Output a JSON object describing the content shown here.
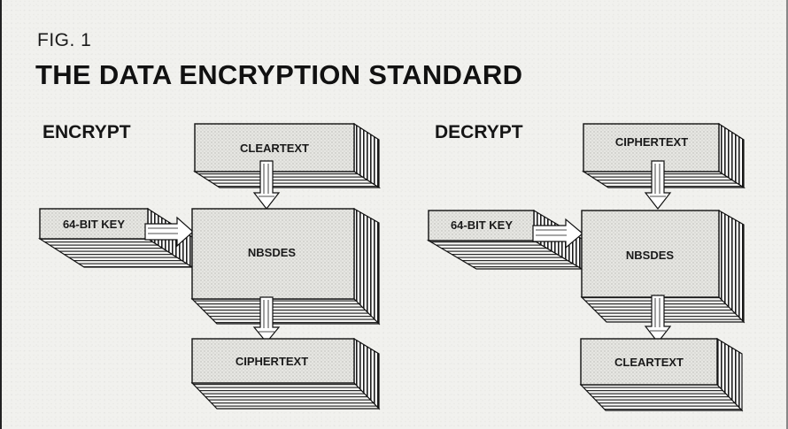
{
  "figure": {
    "label": "FIG. 1",
    "title": "THE DATA ENCRYPTION STANDARD"
  },
  "encrypt": {
    "heading": "ENCRYPT",
    "input": "CLEARTEXT",
    "key": "64-BIT KEY",
    "processor": "NBSDES",
    "output": "CIPHERTEXT"
  },
  "decrypt": {
    "heading": "DECRYPT",
    "input": "CIPHERTEXT",
    "key": "64-BIT KEY",
    "processor": "NBSDES",
    "output": "CLEARTEXT"
  }
}
